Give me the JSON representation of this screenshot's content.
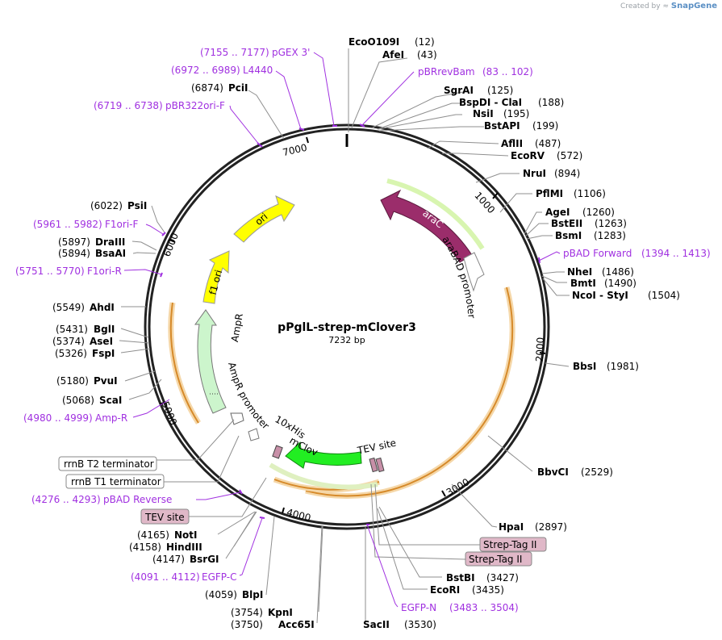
{
  "brand": {
    "created_by": "Created by",
    "product": "SnapGene"
  },
  "plasmid": {
    "name": "pPglL-strep-mClover3",
    "size_label": "7232 bp",
    "length": 7232
  },
  "ticks": [
    "1000",
    "2000",
    "3000",
    "4000",
    "5000",
    "6000",
    "7000"
  ],
  "sites": [
    {
      "enzyme": "EcoO109I",
      "pos": "(12)"
    },
    {
      "enzyme": "AfeI",
      "pos": "(43)"
    },
    {
      "enzyme": "SgrAI",
      "pos": "(125)"
    },
    {
      "enzyme": "BspDI - ClaI",
      "pos": "(188)"
    },
    {
      "enzyme": "NsiI",
      "pos": "(195)"
    },
    {
      "enzyme": "BstAPI",
      "pos": "(199)"
    },
    {
      "enzyme": "AflII",
      "pos": "(487)"
    },
    {
      "enzyme": "EcoRV",
      "pos": "(572)"
    },
    {
      "enzyme": "NruI",
      "pos": "(894)"
    },
    {
      "enzyme": "PflMI",
      "pos": "(1106)"
    },
    {
      "enzyme": "AgeI",
      "pos": "(1260)"
    },
    {
      "enzyme": "BstEII",
      "pos": "(1263)"
    },
    {
      "enzyme": "BsmI",
      "pos": "(1283)"
    },
    {
      "enzyme": "NheI",
      "pos": "(1486)"
    },
    {
      "enzyme": "BmtI",
      "pos": "(1490)"
    },
    {
      "enzyme": "NcoI - StyI",
      "pos": "(1504)"
    },
    {
      "enzyme": "BbsI",
      "pos": "(1981)"
    },
    {
      "enzyme": "BbvCI",
      "pos": "(2529)"
    },
    {
      "enzyme": "HpaI",
      "pos": "(2897)"
    },
    {
      "enzyme": "BstBI",
      "pos": "(3427)"
    },
    {
      "enzyme": "EcoRI",
      "pos": "(3435)"
    },
    {
      "enzyme": "SacII",
      "pos": "(3530)"
    },
    {
      "enzyme": "KpnI",
      "pos": "(3754)"
    },
    {
      "enzyme": "Acc65I",
      "pos": "(3750)"
    },
    {
      "enzyme": "BlpI",
      "pos": "(4059)"
    },
    {
      "enzyme": "BsrGI",
      "pos": "(4147)"
    },
    {
      "enzyme": "HindIII",
      "pos": "(4158)"
    },
    {
      "enzyme": "NotI",
      "pos": "(4165)"
    },
    {
      "enzyme": "ScaI",
      "pos": "(5068)"
    },
    {
      "enzyme": "PvuI",
      "pos": "(5180)"
    },
    {
      "enzyme": "FspI",
      "pos": "(5326)"
    },
    {
      "enzyme": "AseI",
      "pos": "(5374)"
    },
    {
      "enzyme": "BglI",
      "pos": "(5431)"
    },
    {
      "enzyme": "AhdI",
      "pos": "(5549)"
    },
    {
      "enzyme": "BsaAI",
      "pos": "(5894)"
    },
    {
      "enzyme": "DraIII",
      "pos": "(5897)"
    },
    {
      "enzyme": "PsiI",
      "pos": "(6022)"
    },
    {
      "enzyme": "PciI",
      "pos": "(6874)"
    }
  ],
  "primers": [
    {
      "name": "pGEX 3'",
      "range": "(7155 .. 7177)"
    },
    {
      "name": "L4440",
      "range": "(6972 .. 6989)"
    },
    {
      "name": "pBR322ori-F",
      "range": "(6719 .. 6738)"
    },
    {
      "name": "pBRrevBam",
      "range": "(83 .. 102)"
    },
    {
      "name": "pBAD Forward",
      "range": "(1394 .. 1413)"
    },
    {
      "name": "F1ori-F",
      "range": "(5961 .. 5982)"
    },
    {
      "name": "F1ori-R",
      "range": "(5751 .. 5770)"
    },
    {
      "name": "Amp-R",
      "range": "(4980 .. 4999)"
    },
    {
      "name": "pBAD Reverse",
      "range": "(4276 .. 4293)"
    },
    {
      "name": "EGFP-C",
      "range": "(4091 .. 4112)"
    },
    {
      "name": "EGFP-N",
      "range": "(3483 .. 3504)"
    }
  ],
  "features": {
    "araC": "araC",
    "araBAD_promoter": "araBAD promoter",
    "ori": "ori",
    "f1_ori": "f1 ori",
    "AmpR": "AmpR",
    "AmpR_promoter": "AmpR promoter",
    "his10": "10xHis",
    "mClover3": "mClover3",
    "TEV_site": "TEV site"
  },
  "boxed": {
    "rrnB_T2": "rrnB T2 terminator",
    "rrnB_T1": "rrnB T1 terminator",
    "TEV_site": "TEV site",
    "strep1": "Strep-Tag II",
    "strep2": "Strep-Tag II"
  },
  "colors": {
    "araC": "#9b2d6b",
    "ori": "#ffff00",
    "f1_ori": "#ffff00",
    "AmpR": "#ccf5cc",
    "mClover3": "#22ee22",
    "orf_arc": "#f0b35a",
    "primer": "#a030e0",
    "tag_box": "#e0b8c8"
  }
}
